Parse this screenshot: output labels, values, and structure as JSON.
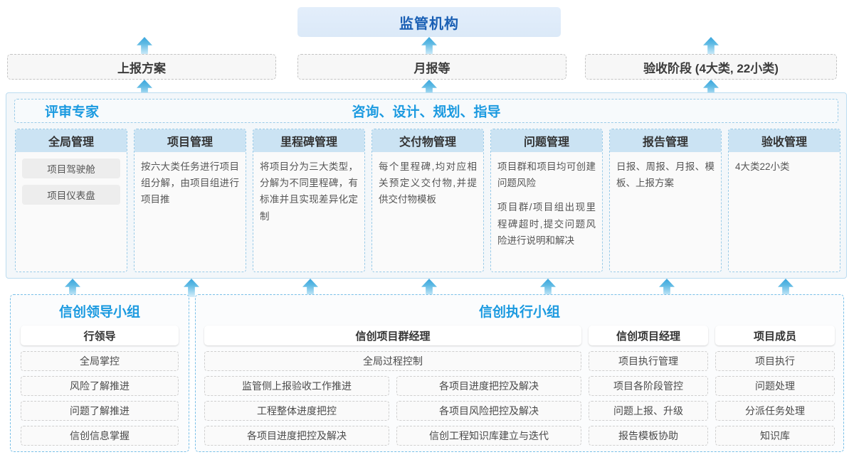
{
  "top": {
    "regulator": "监管机构"
  },
  "reports": [
    {
      "label": "上报方案"
    },
    {
      "label": "月报等"
    },
    {
      "label": "验收阶段 (4大类, 22小类)"
    }
  ],
  "middle": {
    "left_title": "评审专家",
    "center_title": "咨询、设计、规划、指导",
    "columns": [
      {
        "title": "全局管理",
        "pills": [
          "项目驾驶舱",
          "项目仪表盘"
        ],
        "paragraphs": []
      },
      {
        "title": "项目管理",
        "pills": [],
        "paragraphs": [
          "按六大类任务进行项目组分解，由项目组进行项目推"
        ]
      },
      {
        "title": "里程碑管理",
        "pills": [],
        "paragraphs": [
          "将项目分为三大类型，分解为不同里程碑，有标准并且实现差异化定制"
        ]
      },
      {
        "title": "交付物管理",
        "pills": [],
        "paragraphs": [
          "每个里程碑,均对应相关预定义交付物,并提供交付物模板"
        ]
      },
      {
        "title": "问题管理",
        "pills": [],
        "paragraphs": [
          "项目群和项目均可创建问题风险",
          "项目群/项目组出现里程碑超时,提交问题风险进行说明和解决"
        ]
      },
      {
        "title": "报告管理",
        "pills": [],
        "paragraphs": [
          "日报、周报、月报、模板、上报方案"
        ]
      },
      {
        "title": "验收管理",
        "pills": [],
        "paragraphs": [
          "4大类22小类"
        ]
      }
    ]
  },
  "bottom": {
    "left_group": {
      "title": "信创领导小组",
      "role": "行领导",
      "tasks": [
        "全局掌控",
        "风险了解推进",
        "问题了解推进",
        "信创信息掌握"
      ]
    },
    "right_group": {
      "title": "信创执行小组",
      "program_manager": {
        "role": "信创项目群经理",
        "full_task": "全局过程控制",
        "left_tasks": [
          "监管侧上报验收工作推进",
          "工程整体进度把控",
          "各项目进度把控及解决"
        ],
        "right_tasks": [
          "各项目进度把控及解决",
          "各项目风险把控及解决",
          "信创工程知识库建立与迭代"
        ]
      },
      "project_manager": {
        "role": "信创项目经理",
        "tasks": [
          "项目执行管理",
          "项目各阶段管控",
          "问题上报、升级",
          "报告模板协助"
        ]
      },
      "project_member": {
        "role": "项目成员",
        "tasks": [
          "项目执行",
          "问题处理",
          "分派任务处理",
          "知识库"
        ]
      }
    }
  },
  "colors": {
    "accent_blue": "#1b9ae0",
    "title_blue": "#1a5fb4",
    "header_fill": "#cbe3f3",
    "panel_fill": "#f3f7fa",
    "arrow_top": "#3aa6dd",
    "arrow_bottom": "#d8eefa"
  }
}
